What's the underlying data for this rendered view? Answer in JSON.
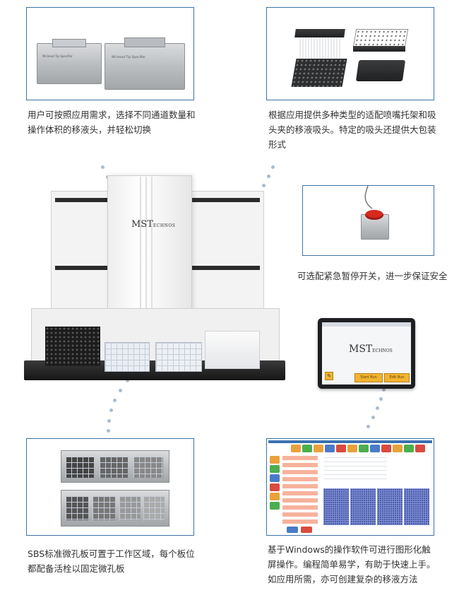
{
  "panels": {
    "pipetting_heads": {
      "caption_line1": "用户可按照应用需求，选择不同通道数量和",
      "caption_line2": "操作体积的移液头，并轻松切换",
      "head_label_left": "96 Head  Tip Specifier",
      "head_label_right": "96 Head  Tip Specifier"
    },
    "tip_racks": {
      "caption_line1": "根据应用提供多种类型的适配喷嘴托架和吸",
      "caption_line2": "头夹的移液吸头。特定的吸头还提供大包装",
      "caption_line3": "形式"
    },
    "emergency_stop": {
      "caption": "可选配紧急暂停开关，进一步保证安全"
    },
    "tablet": {
      "logo": "MST",
      "logo_suffix": "ECHNOS",
      "button_left": "Start Run",
      "button_right": "Edit Run"
    },
    "deck": {
      "caption_line1": "SBS标准微孔板可置于工作区域，每个板位",
      "caption_line2": "都配备活栓以固定微孔板"
    },
    "software": {
      "caption_line1": "基于Windows的操作软件可进行图形化触",
      "caption_line2": "屏操作。编程简单易学，有助于快速上手。",
      "caption_line3": "如应用所需，亦可创建复杂的移液方法"
    }
  },
  "instrument": {
    "logo": "MST",
    "logo_suffix": "ECHNOS"
  },
  "colors": {
    "frame": "#3b73a8",
    "dots": "#a9bdd0",
    "tablet_button": "#f2b331",
    "emergency_button": "#d8291f"
  }
}
